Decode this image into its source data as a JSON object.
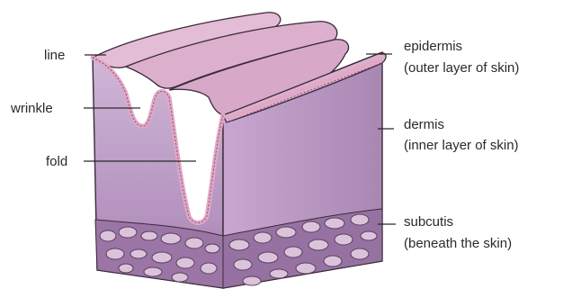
{
  "labels": {
    "line": "line",
    "wrinkle": "wrinkle",
    "fold": "fold",
    "epidermis": "epidermis",
    "epidermis_desc": "(outer layer of skin)",
    "dermis": "dermis",
    "dermis_desc": "(inner layer of skin)",
    "subcutis": "subcutis",
    "subcutis_desc": "(beneath the skin)"
  },
  "colors": {
    "epidermis_top": "#dcaec8",
    "epidermis_edge": "#c98bb0",
    "dermis_front": "#b896c2",
    "dermis_side": "#c6a4cc",
    "subcutis": "#9f7bab",
    "fat_cells": "#dcc3dc",
    "outline": "#3a2a3a"
  }
}
